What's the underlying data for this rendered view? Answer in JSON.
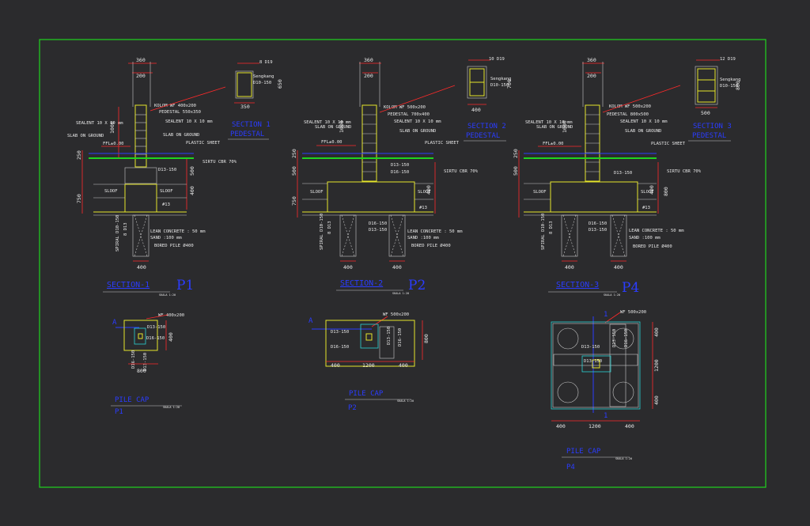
{
  "colors": {
    "background": "#2b2b2d",
    "frame": "#1fd41f",
    "dimension": "#ff2a2a",
    "title": "#2b3cff",
    "rebar": "#e6e62a",
    "pile_cap": "#2ad4d4"
  },
  "sections": [
    {
      "title": "SECTION-1",
      "tag": "P1",
      "scale": "SKALA 1:20",
      "column_width": "360",
      "column_inner": "200",
      "labels": {
        "kolom": "KOLOM WF 400x200",
        "pedestal": "PEDESTAL 550x350",
        "sealent_l": "SEALENT 10 X 10 mm",
        "sealent_r": "SEALENT 10 X 10 mm",
        "slab_l": "SLAB ON GROUND",
        "slab_r": "SLAB ON GROUND",
        "plastic": "PLASTIC SHEET",
        "sirtu": "SIRTU CBR 70%",
        "ffl": "FFL±0.00",
        "rebar_top": "D13-150",
        "sloof_l": "SLOOF",
        "sloof_r": "SLOOF",
        "ref": "#13",
        "lean": "LEAN CONCRETE : 50 mm",
        "sand": "SAND     :100 mm",
        "bored": "BORED PILE Ø400",
        "spiral": "SPIRAL D10-150",
        "bars": "8 D13",
        "pile_width": "400"
      },
      "dims": [
        "1000",
        "250",
        "500",
        "400",
        "750"
      ],
      "detail": {
        "title": "SECTION 1",
        "subtitle": "PEDESTAL",
        "top": "8 D19",
        "sengkang": "Sengkang",
        "rebar": "D10-150",
        "width": "350",
        "height": "650"
      }
    },
    {
      "title": "SECTION-2",
      "tag": "P2",
      "scale": "SKALA 1:20",
      "column_width": "360",
      "column_inner": "200",
      "labels": {
        "kolom": "KOLOM WF 500x200",
        "pedestal": "PEDESTAL 700x400",
        "sealent_l": "SEALENT 10 X 10 mm",
        "sealent_r": "SEALENT 10 X 10 mm",
        "slab_l": "SLAB ON GROUND",
        "slab_r": "SLAB ON GROUND",
        "plastic": "PLASTIC SHEET",
        "sirtu": "SIRTU CBR 70%",
        "ffl": "FFL±0.00",
        "rebar_top": "D13-150",
        "rebar_top2": "D16-150",
        "sloof_l": "SLOOF",
        "sloof_r": "SLOOF",
        "ref": "#13",
        "rebar_bot1": "D16-150",
        "rebar_bot2": "D13-150",
        "lean": "LEAN CONCRETE : 50 mm",
        "sand": "SAND     :100 mm",
        "bored": "BORED PILE Ø400",
        "spiral": "SPIRAL D10-150",
        "bars": "8 D13",
        "pile_width": "400"
      },
      "dims": [
        "1000",
        "250",
        "500",
        "400",
        "750"
      ],
      "detail": {
        "title": "SECTION 2",
        "subtitle": "PEDESTAL",
        "top": "10 D19",
        "sengkang": "Sengkang",
        "rebar": "D10-150",
        "width": "400",
        "height": "700"
      }
    },
    {
      "title": "SECTION-3",
      "tag": "P4",
      "scale": "SKALA 1:20",
      "column_width": "360",
      "column_inner": "200",
      "labels": {
        "kolom": "KOLOM WF 500x200",
        "pedestal": "PEDESTAL 800x500",
        "sealent_l": "SEALENT 10 X 10 mm",
        "sealent_r": "SEALENT 10 X 10 mm",
        "slab_l": "SLAB ON GROUND",
        "slab_r": "SLAB ON GROUND",
        "plastic": "PLASTIC SHEET",
        "sirtu": "SIRTU CBR 70%",
        "ffl": "FFL±0.00",
        "rebar_top": "D13-150",
        "sloof_l": "SLOOF",
        "sloof_r": "SLOOF",
        "ref": "#13",
        "rebar_bot1": "D16-150",
        "rebar_bot2": "D13-150",
        "lean": "LEAN CONCRETE : 50 mm",
        "sand": "SAND     :100 mm",
        "bored": "BORED PILE Ø400",
        "spiral": "SPIRAL D10-150",
        "bars": "8 D13",
        "pile_width": "400"
      },
      "dims": [
        "1000",
        "250",
        "500",
        "400",
        "800"
      ],
      "detail": {
        "title": "SECTION 3",
        "subtitle": "PEDESTAL",
        "top": "12 D19",
        "sengkang": "Sengkang",
        "rebar": "D10-150",
        "width": "500",
        "height": "800"
      }
    }
  ],
  "pile_caps": [
    {
      "title": "PILE CAP",
      "tag": "P1",
      "scale": "SKALA 1:20",
      "wf": "WF 400x200",
      "cut": "A",
      "rebars": [
        "D13-150",
        "D16-150",
        "D16-150",
        "D13-150"
      ],
      "dims": [
        "400",
        "800"
      ]
    },
    {
      "title": "PILE CAP",
      "tag": "P2",
      "scale": "SKALA 1:20",
      "wf": "WF 500x200",
      "cut": "A",
      "rebars": [
        "D13-150",
        "D16-150",
        "D13-150",
        "D16-150"
      ],
      "dims": [
        "400",
        "1200",
        "400",
        "800"
      ]
    },
    {
      "title": "PILE CAP",
      "tag": "P4",
      "scale": "SKALA 1:20",
      "wf": "WF 500x200",
      "cut": "1",
      "rebars": [
        "D13-150",
        "D13-150",
        "D13-150",
        "D16-150"
      ],
      "dims": [
        "400",
        "1200",
        "400",
        "400",
        "1200",
        "400"
      ]
    }
  ]
}
